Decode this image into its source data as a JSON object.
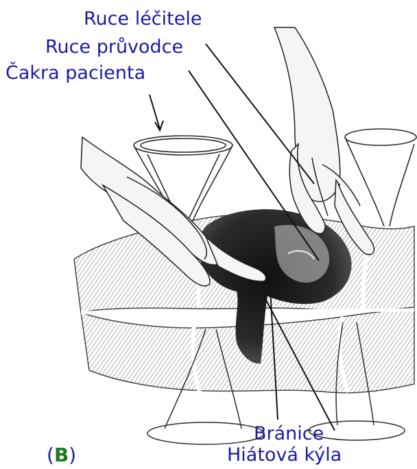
{
  "labels": {
    "healer_hands": "Ruce léčitele",
    "guide_hands": "Ruce průvodce",
    "patient_chakra": "Čakra pacienta",
    "diaphragm": "Bránice",
    "hiatal_hernia": "Hiátová kýla"
  },
  "panel": {
    "open": "(",
    "letter": "B",
    "close": ")"
  },
  "colors": {
    "label_text": "#1a1aa6",
    "panel_letter": "#1e7a1e",
    "sketch_ink": "#2a2a2a",
    "tissue_shade": "#6e6e6e",
    "dark_mass": "#141414"
  }
}
